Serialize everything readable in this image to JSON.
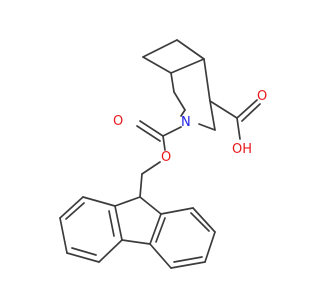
{
  "molecule": {
    "colors": {
      "bond": "#3c3c3c",
      "oxygen": "#e8191b",
      "nitrogen": "#2323e6"
    },
    "labels": {
      "N_ring": "N",
      "O_carbamate_carbonyl": "O",
      "O_carbamate_ester": "O",
      "O_acid_carbonyl": "O",
      "O_acid_hydroxyl": "OH"
    }
  }
}
